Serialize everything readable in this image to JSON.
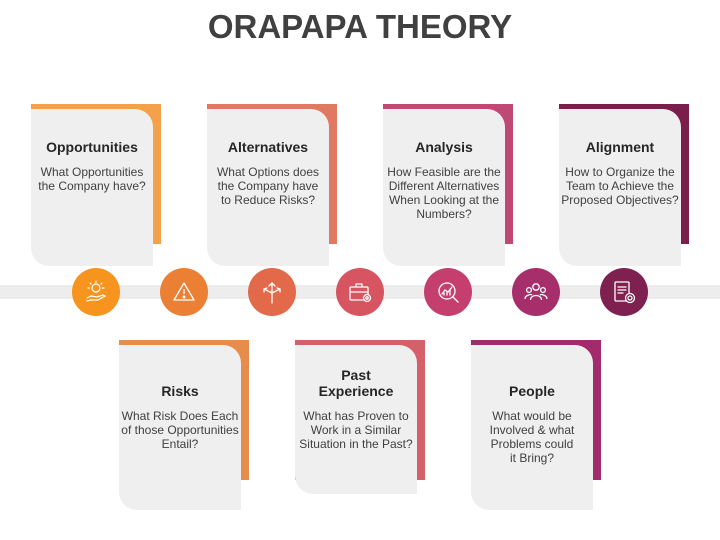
{
  "title": "ORAPAPA THEORY",
  "top_cards": [
    {
      "title": "Opportunities",
      "desc": "What Opportunities the Company have?",
      "color": "#F5A04A"
    },
    {
      "title": "Alternatives",
      "desc": "What Options does the Company have to Reduce Risks?",
      "color": "#E07862"
    },
    {
      "title": "Analysis",
      "desc": "How Feasible are the Different Alternatives When Looking at the Numbers?",
      "color": "#C04874"
    },
    {
      "title": "Alignment",
      "desc": "How to Organize the Team to Achieve the Proposed Objectives?",
      "color": "#7A1F4C"
    }
  ],
  "bottom_cards": [
    {
      "title": "Risks",
      "desc": "What Risk Does Each of those Opportunities Entail?",
      "color": "#E88C4C"
    },
    {
      "title": "Past Experience",
      "desc": "What has Proven to Work in a Similar Situation in the Past?",
      "color": "#D4606A"
    },
    {
      "title": "People",
      "desc": "What would be Involved & what Problems could it Bring?",
      "color": "#A32A6C"
    }
  ],
  "icons": [
    {
      "name": "idea-hand-icon",
      "color": "#F7941D"
    },
    {
      "name": "warning-icon",
      "color": "#EB8034"
    },
    {
      "name": "directions-icon",
      "color": "#E26A4A"
    },
    {
      "name": "briefcase-icon",
      "color": "#D75461"
    },
    {
      "name": "analysis-chart-icon",
      "color": "#C43F6E"
    },
    {
      "name": "team-icon",
      "color": "#A52E6B"
    },
    {
      "name": "document-target-icon",
      "color": "#7E2150"
    }
  ]
}
